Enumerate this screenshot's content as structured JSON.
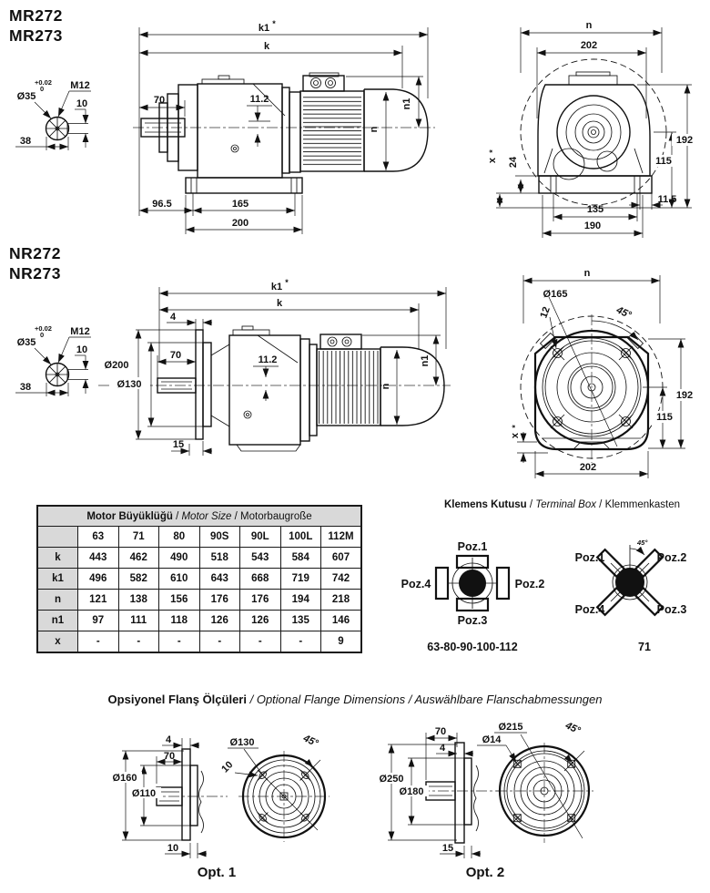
{
  "titles": {
    "mr_line1": "MR272",
    "mr_line2": "MR273",
    "nr_line1": "NR272",
    "nr_line2": "NR273"
  },
  "shaft_detail": {
    "tol_plus": "+0.02",
    "tol_zero": "0",
    "diameter": "Ø35",
    "thread": "M12",
    "dim10": "10",
    "dim38": "38"
  },
  "mr_side": {
    "k1": "k1",
    "star": "*",
    "k": "k",
    "dim70": "70",
    "dim11_2": "11.2",
    "n1": "n1",
    "n": "n",
    "dim96_5": "96.5",
    "dim165": "165",
    "dim200": "200"
  },
  "mr_front": {
    "n": "n",
    "dim202": "202",
    "dim192": "192",
    "dim115": "115",
    "dim24": "24",
    "x": "x",
    "star": "*",
    "dim135": "135",
    "dim11_5": "11.5",
    "dim190": "190"
  },
  "nr_side": {
    "k1": "k1",
    "star": "*",
    "k": "k",
    "dim4": "4",
    "dim70": "70",
    "d200": "Ø200",
    "d130": "Ø130",
    "dim11_2": "11.2",
    "n1": "n1",
    "n": "n",
    "dim15": "15"
  },
  "nr_front": {
    "n": "n",
    "d165": "Ø165",
    "dim12": "12",
    "angle": "45°",
    "dim192": "192",
    "dim115": "115",
    "x": "x",
    "star": "*",
    "dim202": "202"
  },
  "size_table": {
    "title_bold": "Motor Büyüklüğü",
    "title_italic": "Motor Size",
    "title_normal": "Motorbaugroße",
    "sep": " / ",
    "columns": [
      "63",
      "71",
      "80",
      "90S",
      "90L",
      "100L",
      "112M"
    ],
    "rows": [
      {
        "label": "k",
        "values": [
          "443",
          "462",
          "490",
          "518",
          "543",
          "584",
          "607"
        ]
      },
      {
        "label": "k1",
        "values": [
          "496",
          "582",
          "610",
          "643",
          "668",
          "719",
          "742"
        ]
      },
      {
        "label": "n",
        "values": [
          "121",
          "138",
          "156",
          "176",
          "176",
          "194",
          "218"
        ]
      },
      {
        "label": "n1",
        "values": [
          "97",
          "111",
          "118",
          "126",
          "126",
          "135",
          "146"
        ]
      },
      {
        "label": "x",
        "values": [
          "-",
          "-",
          "-",
          "-",
          "-",
          "-",
          "9"
        ]
      }
    ]
  },
  "terminal_box": {
    "title_bold": "Klemens Kutusu",
    "title_italic": "Terminal Box",
    "title_normal": "Klemmenkasten",
    "sep": " / ",
    "box1": {
      "pos1": "Poz.1",
      "pos2": "Poz.2",
      "pos3": "Poz.3",
      "pos4": "Poz.4",
      "caption": "63-80-90-100-112"
    },
    "box2": {
      "pos1": "Poz.1",
      "pos2": "Poz.2",
      "pos3": "Poz.3",
      "pos4": "Poz.4",
      "angle": "45°",
      "caption": "71"
    }
  },
  "flange_section": {
    "title_bold": "Opsiyonel Flanş Ölçüleri",
    "title_italic": "Optional Flange Dimensions / Auswählbare Flanschabmessungen",
    "sep": " / ",
    "opt1": {
      "d160": "Ø160",
      "d110": "Ø110",
      "dim4": "4",
      "dim70": "70",
      "dim10_side": "10",
      "d130": "Ø130",
      "dim10_hole": "10",
      "angle": "45°",
      "caption": "Opt. 1"
    },
    "opt2": {
      "d250": "Ø250",
      "d180": "Ø180",
      "dim70": "70",
      "dim4": "4",
      "dim15": "15",
      "d215": "Ø215",
      "d14": "Ø14",
      "angle": "45°",
      "caption": "Opt. 2"
    }
  }
}
